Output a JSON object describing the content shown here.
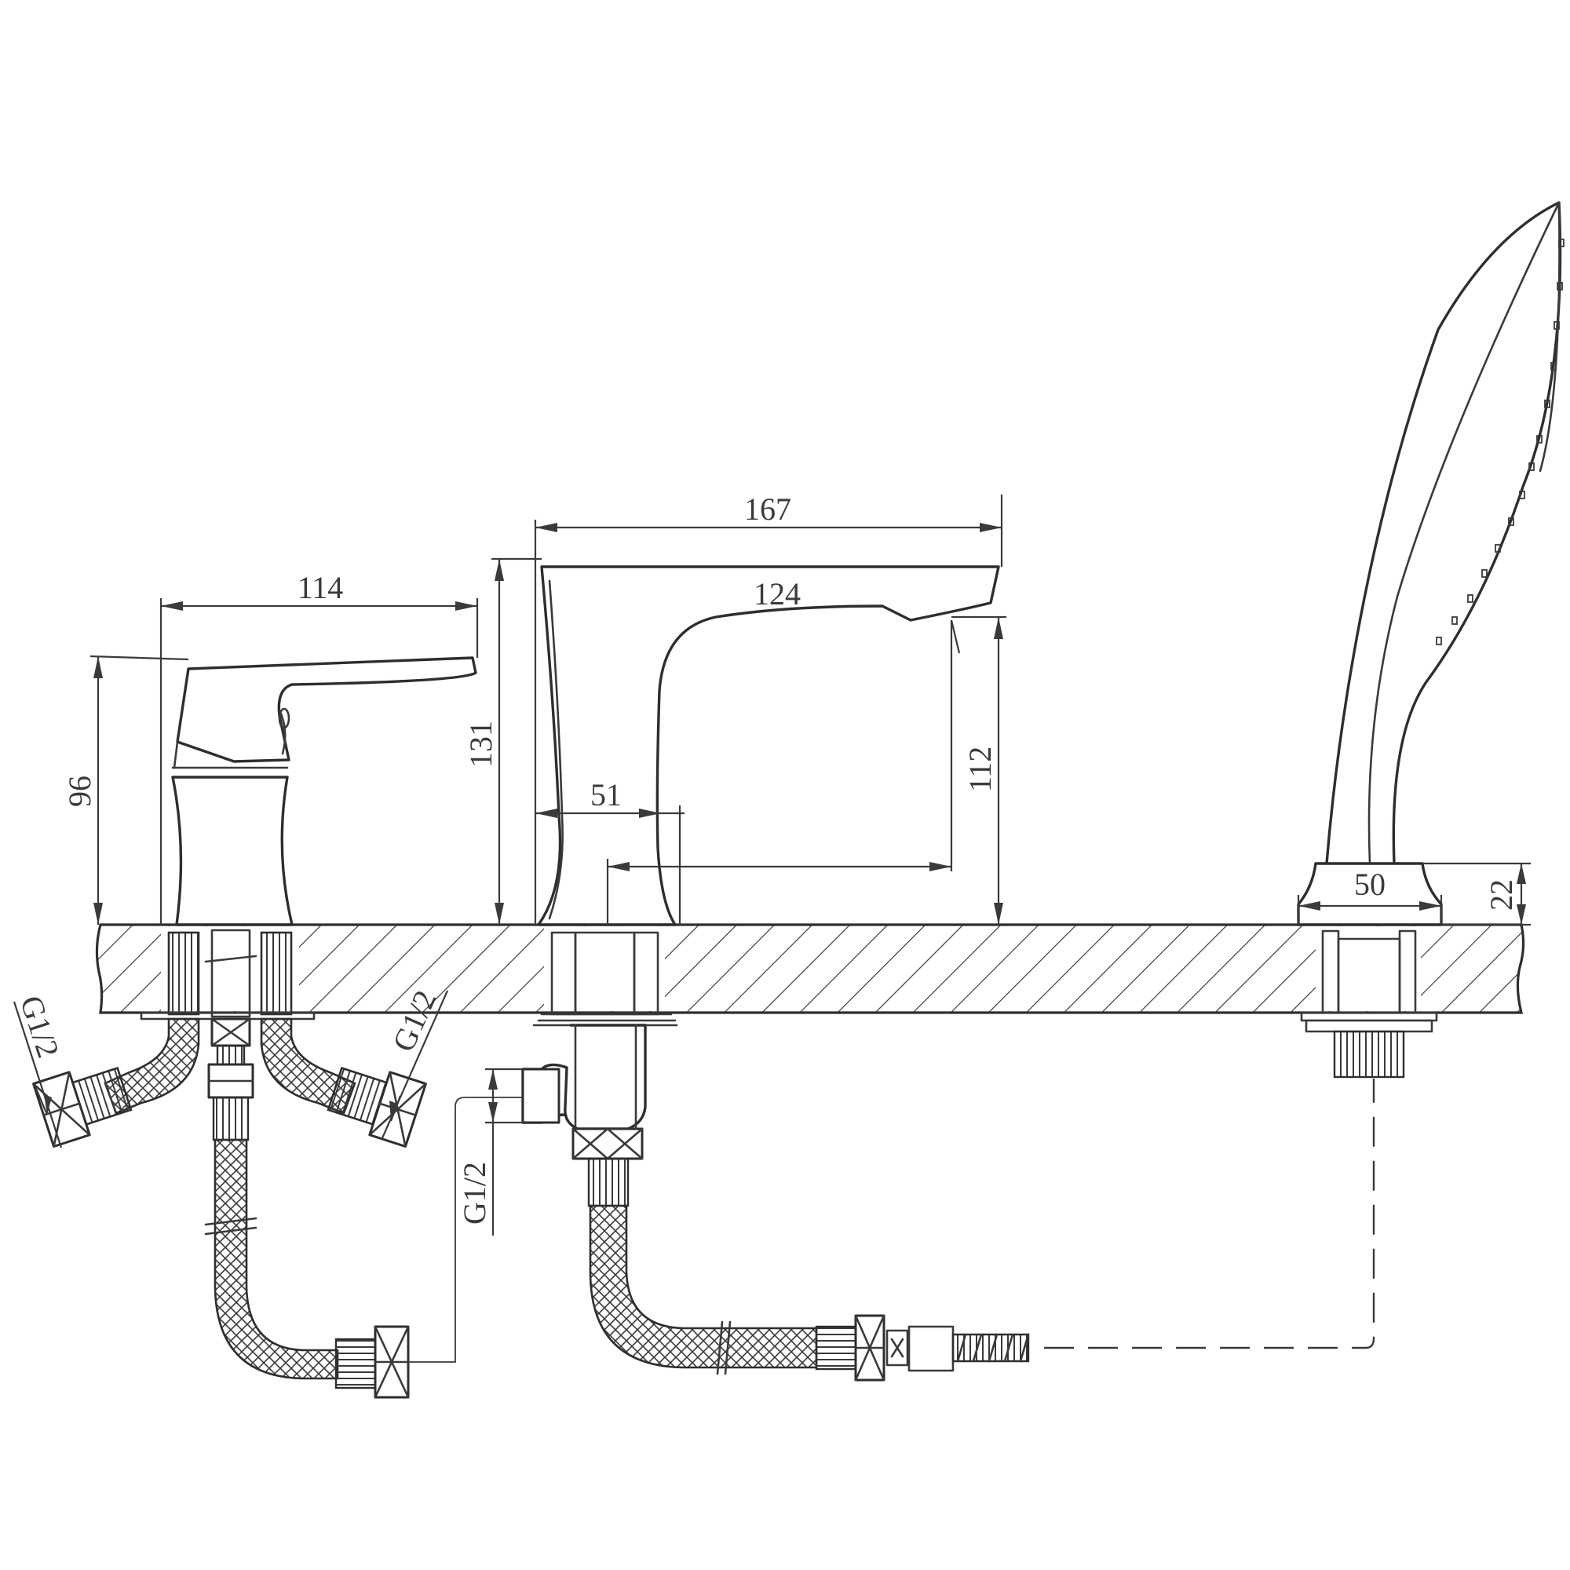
{
  "drawing": {
    "background_color": "#ffffff",
    "line_color": "#3a3a3a",
    "dimensions": {
      "mixer_width": "114",
      "mixer_height": "96",
      "spout_width": "167",
      "spout_projection": "124",
      "spout_height": "131",
      "spout_under_height": "112",
      "spout_base_offset": "51",
      "shower_base_width": "50",
      "shower_base_height": "22"
    },
    "threads": {
      "left_inlet": "G1/2",
      "right_inlet": "G1/2",
      "diverter_outlet": "G1/2"
    }
  }
}
